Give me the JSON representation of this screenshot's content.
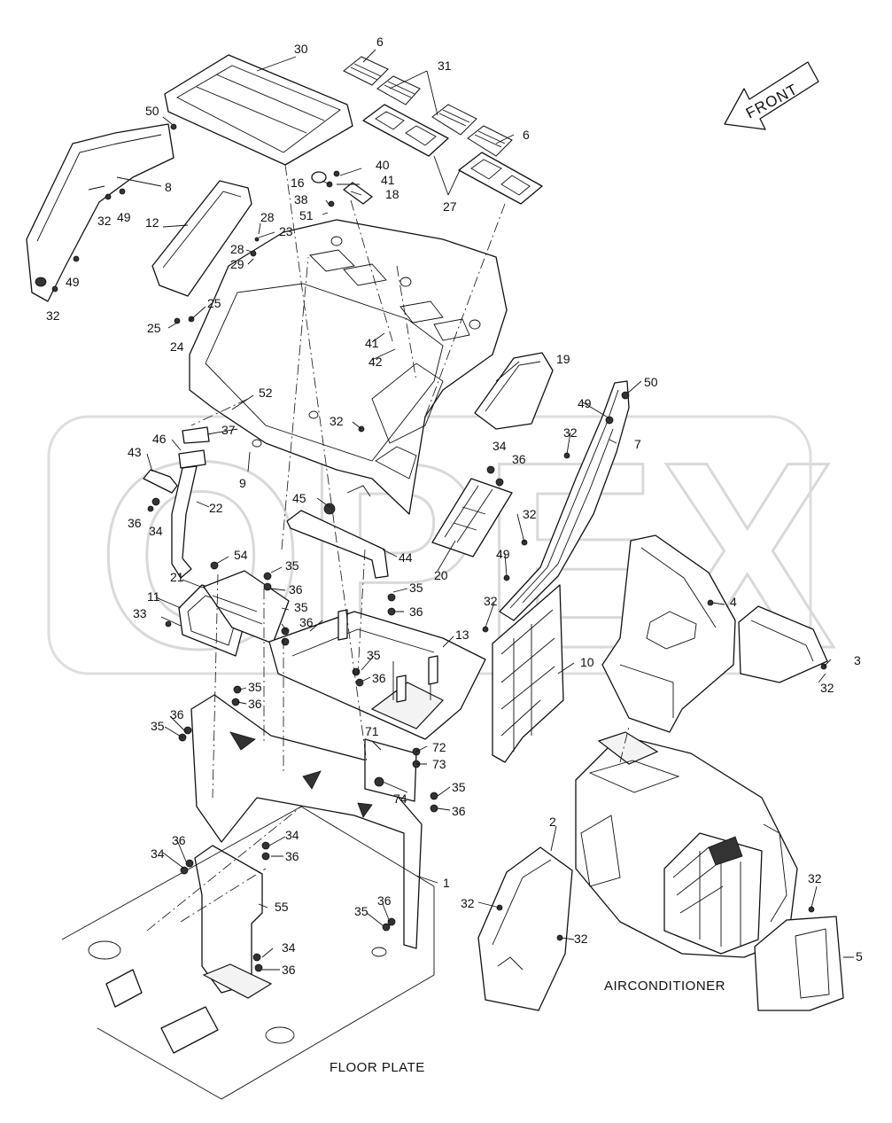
{
  "watermark": "OPEX",
  "direction_label": "FRONT",
  "captions": {
    "floor_plate": "FLOOR PLATE",
    "airconditioner": "AIRCONDITIONER"
  },
  "callouts": [
    {
      "n": "30"
    },
    {
      "n": "6"
    },
    {
      "n": "31"
    },
    {
      "n": "6"
    },
    {
      "n": "27"
    },
    {
      "n": "50"
    },
    {
      "n": "8"
    },
    {
      "n": "32"
    },
    {
      "n": "49"
    },
    {
      "n": "49"
    },
    {
      "n": "32"
    },
    {
      "n": "12"
    },
    {
      "n": "28"
    },
    {
      "n": "23"
    },
    {
      "n": "28"
    },
    {
      "n": "29"
    },
    {
      "n": "16"
    },
    {
      "n": "40"
    },
    {
      "n": "41"
    },
    {
      "n": "18"
    },
    {
      "n": "38"
    },
    {
      "n": "51"
    },
    {
      "n": "25"
    },
    {
      "n": "25"
    },
    {
      "n": "24"
    },
    {
      "n": "41"
    },
    {
      "n": "42"
    },
    {
      "n": "52"
    },
    {
      "n": "32"
    },
    {
      "n": "19"
    },
    {
      "n": "50"
    },
    {
      "n": "49"
    },
    {
      "n": "32"
    },
    {
      "n": "7"
    },
    {
      "n": "37"
    },
    {
      "n": "46"
    },
    {
      "n": "43"
    },
    {
      "n": "9"
    },
    {
      "n": "22"
    },
    {
      "n": "36"
    },
    {
      "n": "34"
    },
    {
      "n": "45"
    },
    {
      "n": "44"
    },
    {
      "n": "34"
    },
    {
      "n": "36"
    },
    {
      "n": "20"
    },
    {
      "n": "32"
    },
    {
      "n": "49"
    },
    {
      "n": "54"
    },
    {
      "n": "35"
    },
    {
      "n": "21"
    },
    {
      "n": "36"
    },
    {
      "n": "35"
    },
    {
      "n": "36"
    },
    {
      "n": "11"
    },
    {
      "n": "35"
    },
    {
      "n": "33"
    },
    {
      "n": "36"
    },
    {
      "n": "13"
    },
    {
      "n": "32"
    },
    {
      "n": "4"
    },
    {
      "n": "3"
    },
    {
      "n": "32"
    },
    {
      "n": "10"
    },
    {
      "n": "35"
    },
    {
      "n": "36"
    },
    {
      "n": "35"
    },
    {
      "n": "36"
    },
    {
      "n": "36"
    },
    {
      "n": "35"
    },
    {
      "n": "71"
    },
    {
      "n": "72"
    },
    {
      "n": "73"
    },
    {
      "n": "74"
    },
    {
      "n": "35"
    },
    {
      "n": "36"
    },
    {
      "n": "36"
    },
    {
      "n": "34"
    },
    {
      "n": "34"
    },
    {
      "n": "36"
    },
    {
      "n": "2"
    },
    {
      "n": "1"
    },
    {
      "n": "55"
    },
    {
      "n": "35"
    },
    {
      "n": "36"
    },
    {
      "n": "32"
    },
    {
      "n": "32"
    },
    {
      "n": "32"
    },
    {
      "n": "5"
    },
    {
      "n": "34"
    },
    {
      "n": "36"
    }
  ]
}
